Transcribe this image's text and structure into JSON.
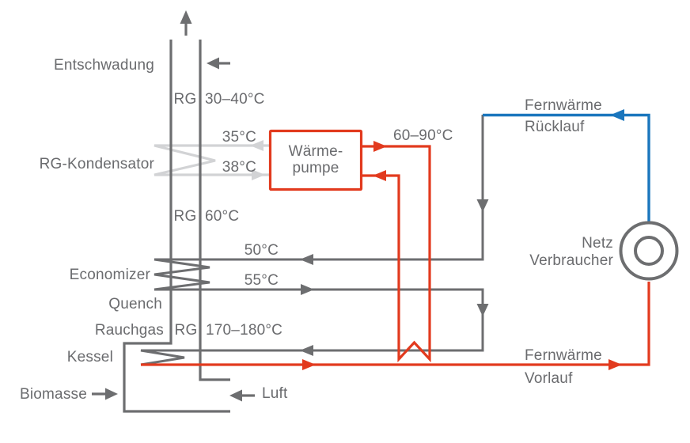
{
  "colors": {
    "gray": "#6d6e70",
    "lightgray": "#d2d3d5",
    "red": "#e23a1e",
    "blue": "#1a76bd",
    "text": "#6a6b6e",
    "bg": "#ffffff"
  },
  "diagram": {
    "stack": {
      "entschwadung": "Entschwadung",
      "rg_label_top": "RG",
      "temp_top": "30–40°C",
      "rg_label_mid": "RG",
      "temp_mid": "60°C",
      "quench": "Quench",
      "rauchgas": "Rauchgas",
      "rg_label_bottom": "RG",
      "temp_bottom": "170–180°C"
    },
    "condenser": {
      "label": "RG-Kondensator",
      "temp_to_condenser": "35°C",
      "temp_to_heatpump": "38°C"
    },
    "heat_pump": {
      "name_line1": "Wärme-",
      "name_line2": "pumpe",
      "temp_out": "60–90°C"
    },
    "economizer": {
      "label": "Economizer",
      "temp_in": "50°C",
      "temp_out": "55°C"
    },
    "boiler": {
      "label": "Kessel",
      "fuel": "Biomasse",
      "air": "Luft"
    },
    "network": {
      "return_line1": "Fernwärme",
      "return_line2": "Rücklauf",
      "consumer_line1": "Netz",
      "consumer_line2": "Verbraucher",
      "supply_line1": "Fernwärme",
      "supply_line2": "Vorlauf"
    }
  }
}
